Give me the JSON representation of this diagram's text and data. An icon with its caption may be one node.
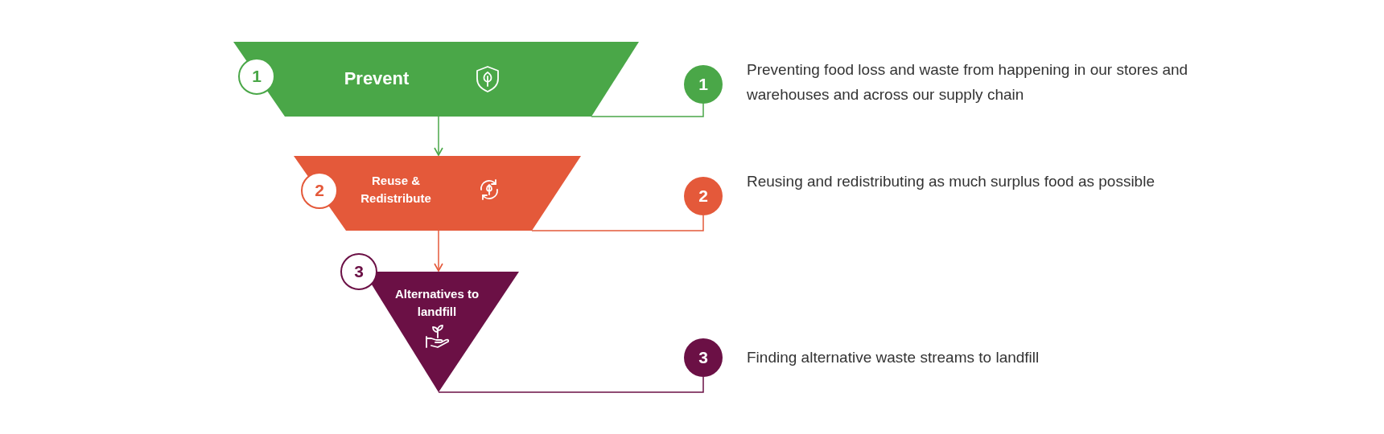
{
  "diagram": {
    "nodes": [
      {
        "text": [
          "1",
          "Prevent"
        ]
      },
      {
        "text": [
          "2",
          "Reuse & Redistribute"
        ]
      },
      {
        "text": [
          "3",
          "Alternatives to landfill"
        ]
      },
      {
        "text": [
          "1"
        ],
        "beside": [
          "Preventing food loss and waste from happening in our stores and warehouses and across our supply chain"
        ]
      },
      {
        "text": [
          "2"
        ],
        "beside": [
          "Reusing and redistributing as much surplus food as possible"
        ]
      },
      {
        "text": [
          "3"
        ],
        "beside": [
          "Finding alternative waste streams to landfill"
        ]
      }
    ],
    "edges": [
      {
        "from": 0,
        "to": 1,
        "arrow": "to",
        "color": "#4aa748"
      },
      {
        "from": 1,
        "to": 2,
        "arrow": "to",
        "color": "#e4593a"
      },
      {
        "from": 0,
        "to": 3,
        "arrow": "none",
        "color": "#4aa748"
      },
      {
        "from": 1,
        "to": 4,
        "arrow": "none",
        "color": "#e4593a"
      },
      {
        "from": 2,
        "to": 5,
        "arrow": "none",
        "color": "#6b1045"
      }
    ]
  }
}
